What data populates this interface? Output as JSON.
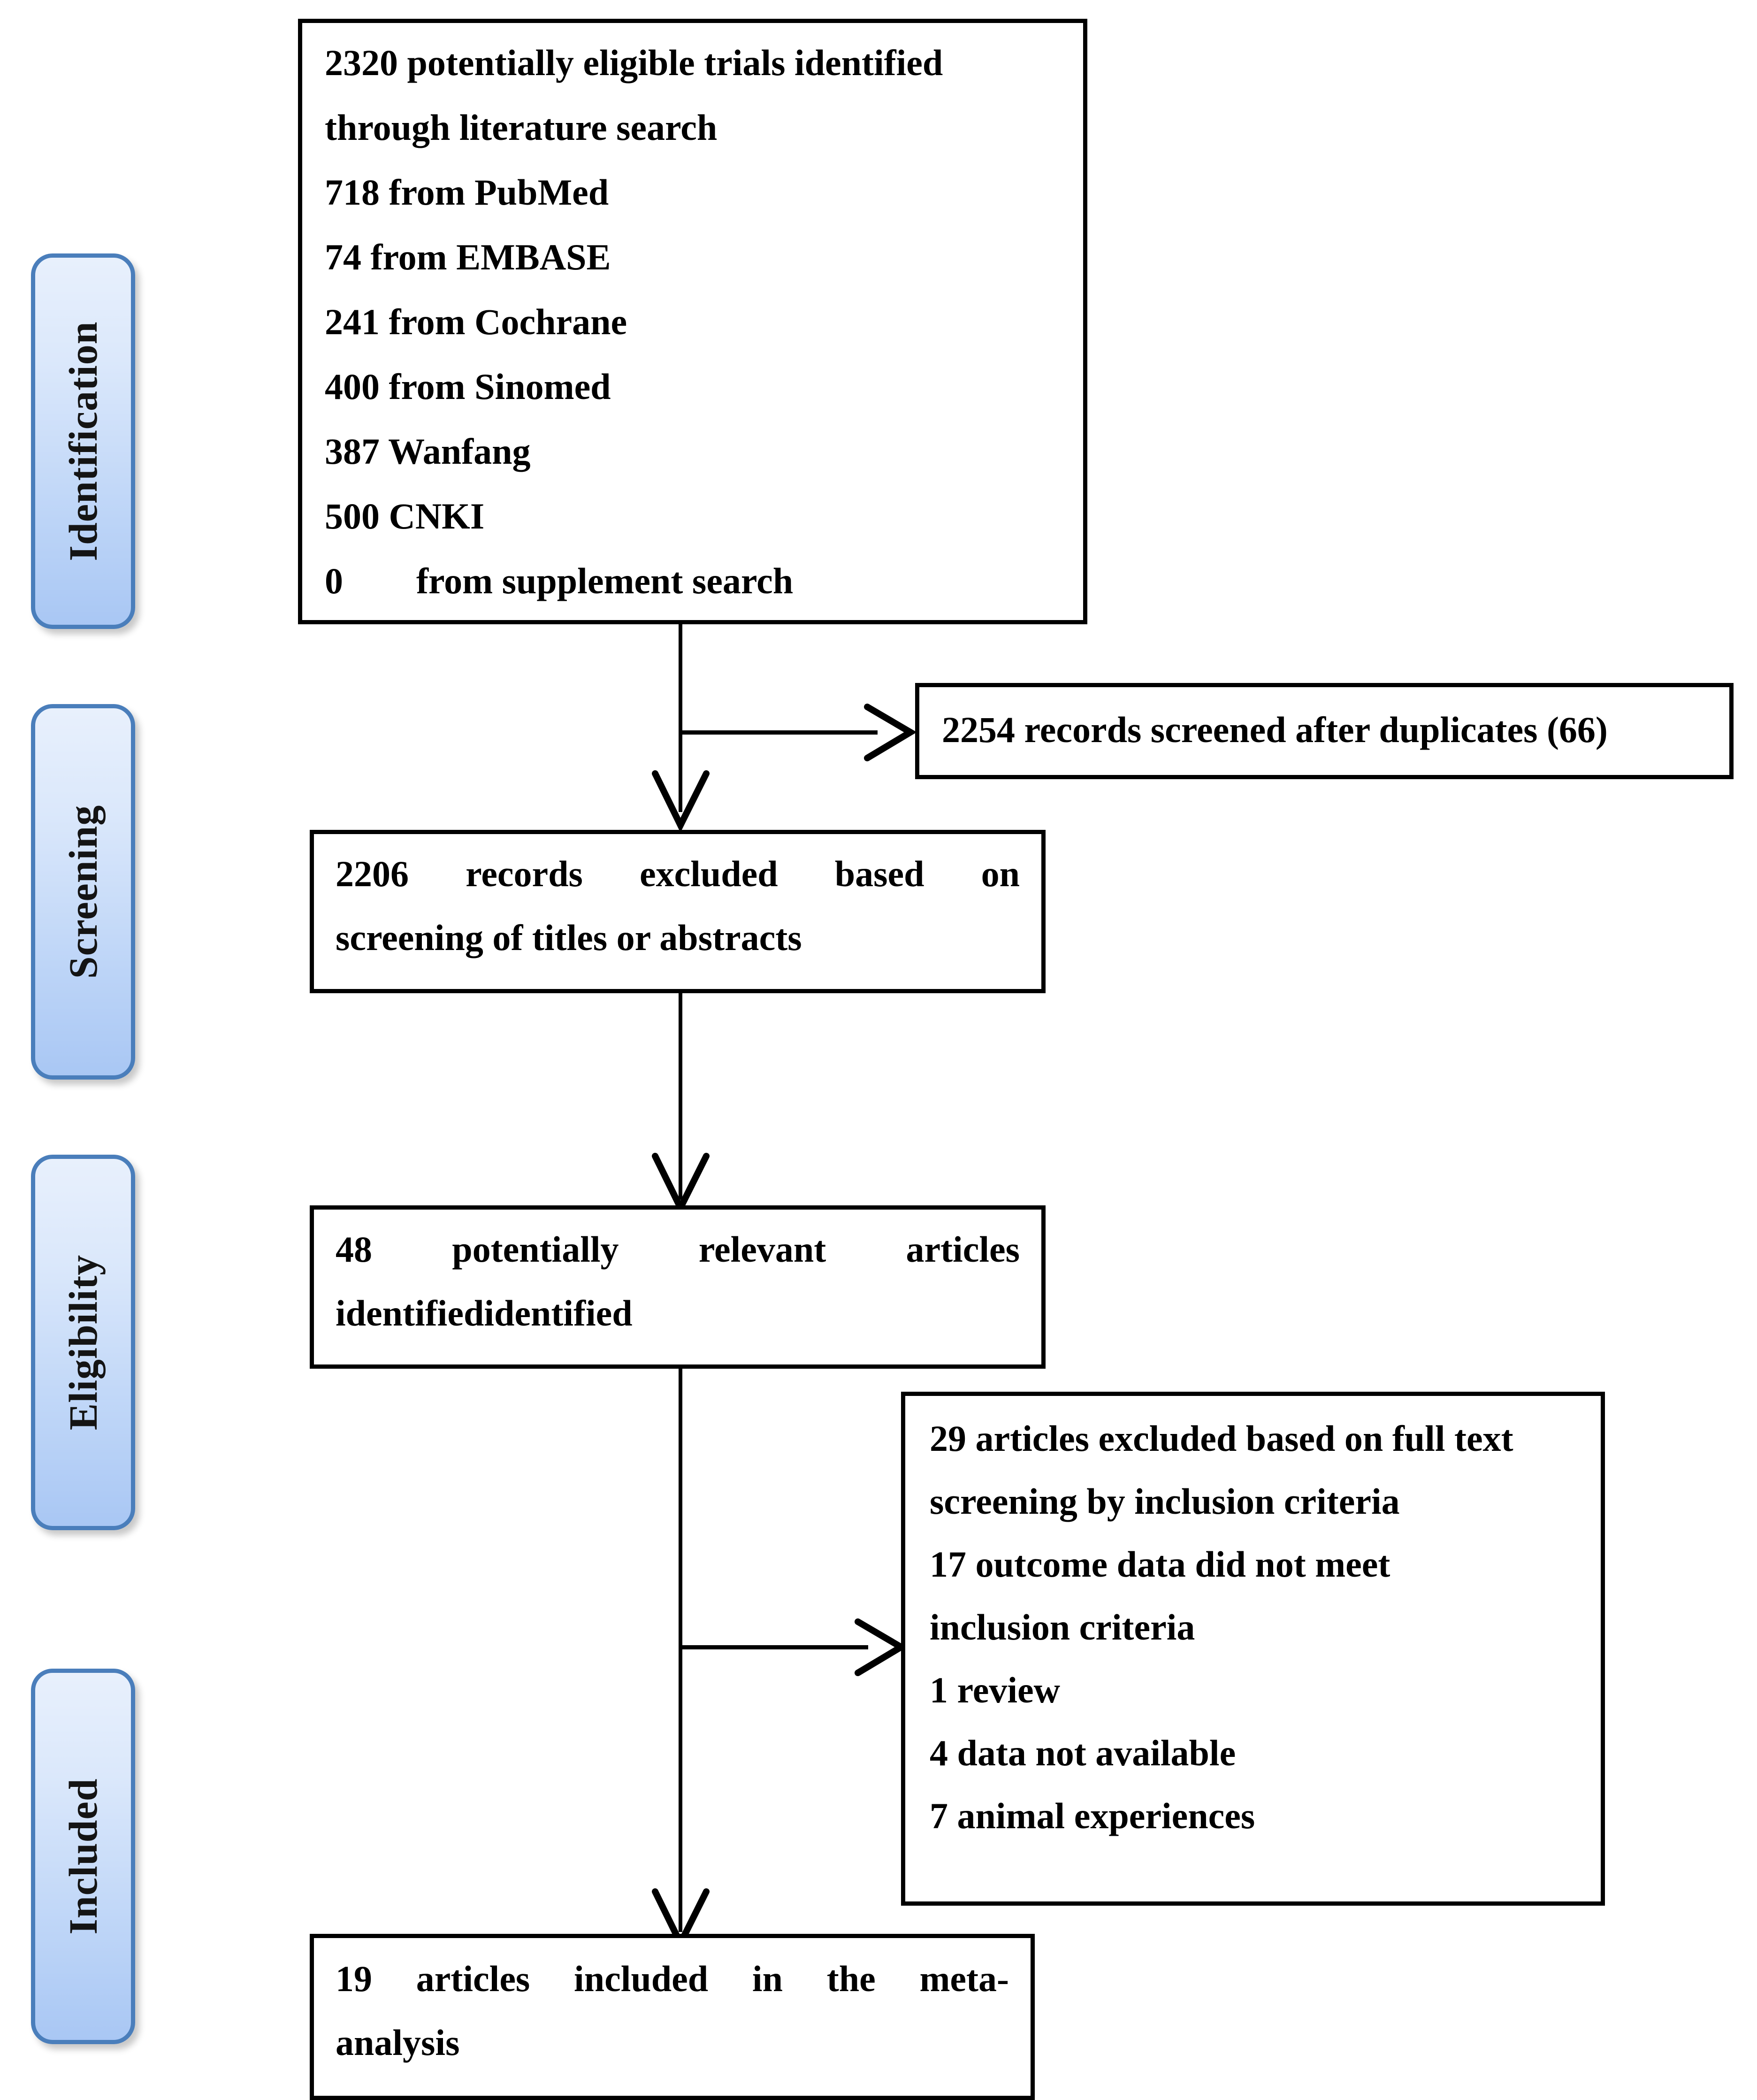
{
  "diagram": {
    "title": "PRISMA study selection flow diagram",
    "type": "prisma-flowchart",
    "colors": {
      "phase_border": "#4a7ebb",
      "phase_fill_top": "#e8f0fc",
      "phase_fill_bottom": "#a9c7f4",
      "box_border": "#000000",
      "box_fill": "#ffffff",
      "text": "#000000"
    }
  },
  "phases": [
    {
      "id": "identification",
      "label": "Identification"
    },
    {
      "id": "screening",
      "label": "Screening"
    },
    {
      "id": "eligibility",
      "label": "Eligibility"
    },
    {
      "id": "included",
      "label": "Included"
    }
  ],
  "boxes": {
    "identified": {
      "id": "records-identified",
      "lines": [
        "2320 potentially eligible trials identified",
        "through literature search",
        "718 from PubMed",
        "74 from EMBASE",
        "241 from Cochrane",
        "400 from Sinomed",
        "387 Wanfang",
        "500 CNKI",
        "0        from supplement search"
      ]
    },
    "screened": {
      "id": "records-screened",
      "lines": [
        "2254 records screened after duplicates (66)"
      ]
    },
    "excluded_screening": {
      "id": "records-excluded-screening",
      "line_justified": "2206 records excluded based on",
      "line_last": "screening of titles or abstracts"
    },
    "relevant": {
      "id": "potentially-relevant-articles",
      "line_justified": "48 potentially relevant articles",
      "line_last": "identifiedidentified"
    },
    "excluded_fulltext": {
      "id": "articles-excluded-fulltext",
      "lines": [
        "29 articles excluded based on full text",
        "screening by inclusion criteria",
        "17 outcome data did not meet",
        "inclusion criteria",
        "1 review",
        "4 data not available",
        "7 animal experiences"
      ]
    },
    "included": {
      "id": "articles-included",
      "line_justified": "19 articles included in the meta-",
      "line_last": "analysis"
    }
  },
  "counts": {
    "total_identified": 2320,
    "pubmed": 718,
    "embase": 74,
    "cochrane": 241,
    "sinomed": 400,
    "wanfang": 387,
    "cnki": 500,
    "supplement_search": 0,
    "duplicates_removed": 66,
    "screened": 2254,
    "excluded_by_title_abstract": 2206,
    "potentially_relevant": 48,
    "excluded_fulltext": 29,
    "excluded_outcome_data": 17,
    "excluded_review": 1,
    "excluded_data_not_available": 4,
    "excluded_animal_experiences": 7,
    "included_in_meta_analysis": 19
  }
}
